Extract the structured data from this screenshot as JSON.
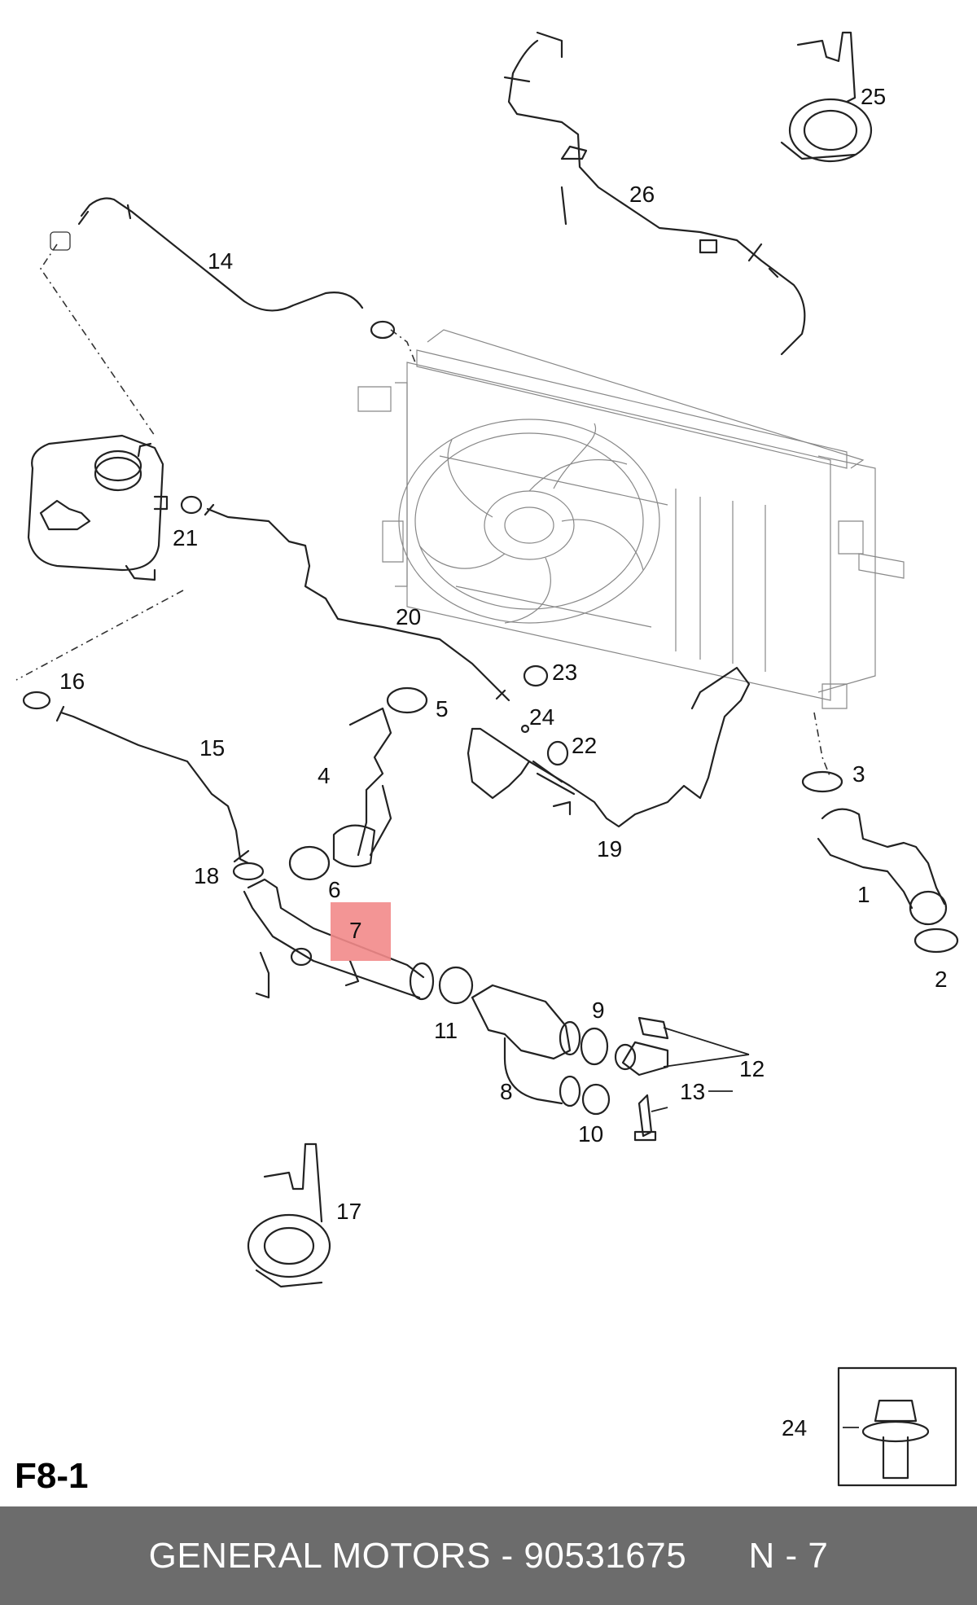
{
  "diagram": {
    "page_code": "F8-1",
    "highlighted_part": "7",
    "highlight_color": "#f28a8a",
    "callouts": [
      "1",
      "2",
      "3",
      "4",
      "5",
      "6",
      "7",
      "8",
      "9",
      "10",
      "11",
      "12",
      "13",
      "14",
      "15",
      "16",
      "17",
      "18",
      "19",
      "20",
      "21",
      "22",
      "23",
      "24",
      "24",
      "25",
      "26"
    ]
  },
  "footer": {
    "brand": "GENERAL MOTORS",
    "separator": " - ",
    "part_number": "90531675",
    "position": "N - 7"
  }
}
